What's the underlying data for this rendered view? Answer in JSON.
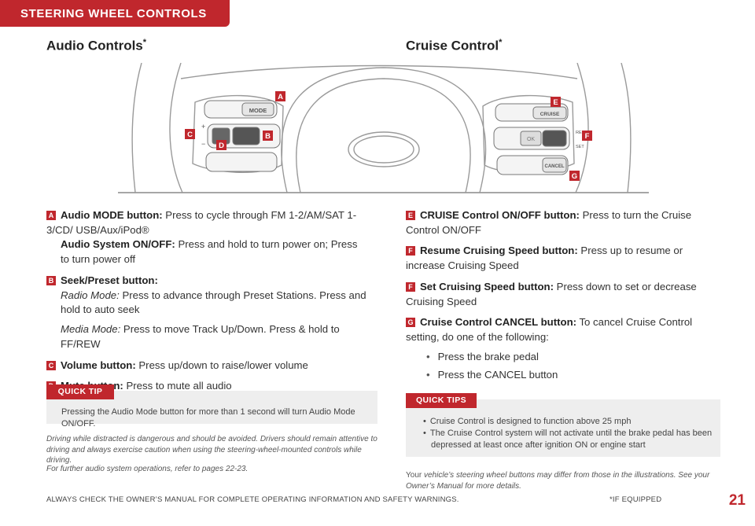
{
  "header": {
    "tab_title": "STEERING WHEEL CONTROLS"
  },
  "audio": {
    "title": "Audio Controls",
    "title_mark": "*",
    "items": [
      {
        "badge": "A",
        "lines": [
          {
            "bold": "Audio MODE button:",
            "text": " Press to cycle through FM 1-2/AM/SAT 1-3/CD/ USB/Aux/iPod®"
          },
          {
            "bold": "Audio System ON/OFF:",
            "text": " Press and hold to turn power on; Press to turn power off"
          }
        ]
      },
      {
        "badge": "B",
        "lines": [
          {
            "bold": "Seek/Preset button:",
            "text": ""
          },
          {
            "italic": "Radio Mode:",
            "text": " Press to advance through Preset Stations. Press and hold to auto seek"
          },
          {
            "italic": "Media Mode:",
            "text": " Press to move Track Up/Down. Press & hold to FF/REW"
          }
        ]
      },
      {
        "badge": "C",
        "lines": [
          {
            "bold": "Volume button:",
            "text": " Press up/down to raise/lower volume"
          }
        ]
      },
      {
        "badge": "D",
        "lines": [
          {
            "bold": "Mute button:",
            "text": " Press to mute all audio"
          }
        ]
      }
    ],
    "tip_label": "QUICK TIP",
    "tip_text": "Pressing the Audio Mode button for more than 1 second will turn Audio Mode ON/OFF.",
    "warning": "Driving while distracted is dangerous and should be avoided. Drivers should remain attentive to driving and always exercise caution when using the steering-wheel-mounted controls while driving.",
    "reference": "For further audio system operations, refer to pages 22-23."
  },
  "cruise": {
    "title": "Cruise Control",
    "title_mark": "*",
    "items": [
      {
        "badge": "E",
        "bold": "CRUISE Control ON/OFF button:",
        "text": " Press to turn the Cruise Control ON/OFF"
      },
      {
        "badge": "F",
        "bold": "Resume Cruising Speed button:",
        "text": " Press up to resume or increase Cruising Speed"
      },
      {
        "badge": "F",
        "bold": "Set Cruising Speed button:",
        "text": " Press down to set or decrease Cruising Speed"
      },
      {
        "badge": "G",
        "bold": "Cruise Control CANCEL button:",
        "text": " To cancel Cruise Control setting, do one of the following:"
      }
    ],
    "bullets": [
      "Press the brake pedal",
      "Press the CANCEL button"
    ],
    "tip_label": "QUICK TIPS",
    "tips": [
      "Cruise Control is designed to function above 25 mph",
      "The Cruise Control system will not activate until the brake pedal has been depressed at least once after ignition ON or engine start"
    ],
    "note_lead": "Your",
    "note": " vehicle’s steering wheel buttons may differ from those in the illustrations. See your Owner’s Manual for more details."
  },
  "illustration": {
    "labels": {
      "mode": "MODE",
      "cruise": "CRUISE",
      "cancel": "CANCEL",
      "res": "RES",
      "set": "SET",
      "ok": "OK",
      "plus": "+",
      "minus": "−"
    },
    "callouts": [
      "A",
      "B",
      "C",
      "D",
      "E",
      "F",
      "G"
    ]
  },
  "footer": {
    "left": "ALWAYS CHECK THE OWNER’S MANUAL FOR COMPLETE OPERATING INFORMATION AND SAFETY WARNINGS.",
    "right": "*IF EQUIPPED",
    "page": "21"
  },
  "colors": {
    "accent": "#c0272d",
    "tip_bg": "#eeeeee"
  }
}
